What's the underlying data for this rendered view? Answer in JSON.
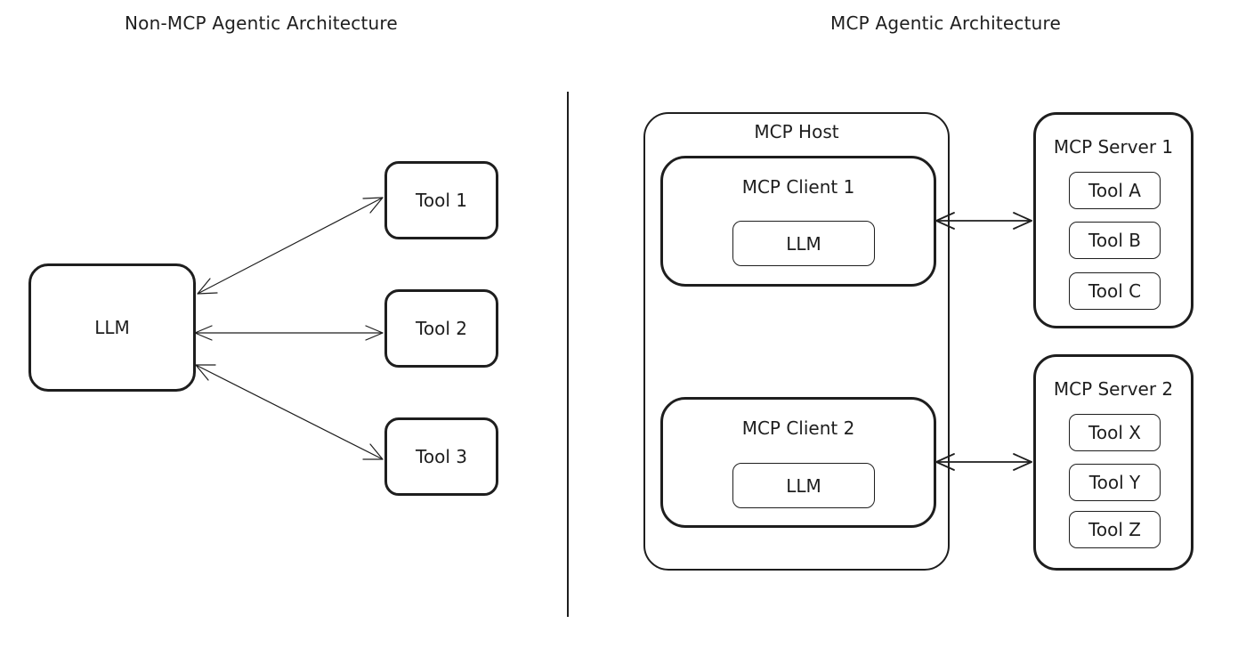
{
  "left_panel": {
    "title": "Non-MCP Agentic Architecture",
    "llm_label": "LLM",
    "tools": [
      "Tool 1",
      "Tool 2",
      "Tool 3"
    ]
  },
  "right_panel": {
    "title": "MCP Agentic Architecture",
    "host": {
      "label": "MCP Host",
      "clients": [
        {
          "label": "MCP Client 1",
          "llm_label": "LLM"
        },
        {
          "label": "MCP Client 2",
          "llm_label": "LLM"
        }
      ]
    },
    "servers": [
      {
        "label": "MCP Server 1",
        "tools": [
          "Tool A",
          "Tool B",
          "Tool C"
        ]
      },
      {
        "label": "MCP Server 2",
        "tools": [
          "Tool X",
          "Tool Y",
          "Tool Z"
        ]
      }
    ]
  }
}
